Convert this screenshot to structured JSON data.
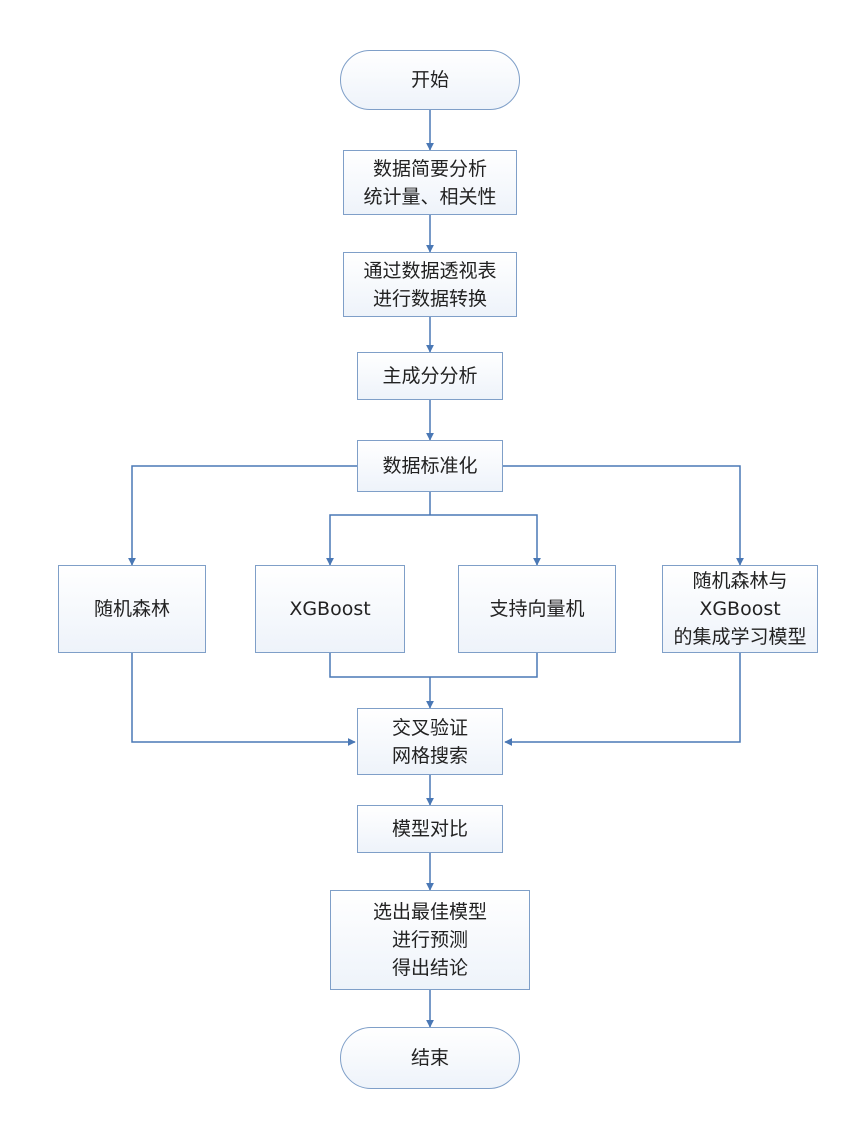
{
  "colors": {
    "border": "#7f9fc8",
    "connector": "#4a78b5",
    "fill_top": "#ffffff",
    "fill_bottom": "#eef3fa",
    "text": "#222222"
  },
  "nodes": {
    "start": {
      "lines": [
        "开始"
      ]
    },
    "data_summary": {
      "lines": [
        "数据简要分析",
        "统计量、相关性"
      ]
    },
    "pivot": {
      "lines": [
        "通过数据透视表",
        "进行数据转换"
      ]
    },
    "pca": {
      "lines": [
        "主成分分析"
      ]
    },
    "normalize": {
      "lines": [
        "数据标准化"
      ]
    },
    "random_forest": {
      "lines": [
        "随机森林"
      ]
    },
    "xgboost": {
      "lines": [
        "XGBoost"
      ]
    },
    "svm": {
      "lines": [
        "支持向量机"
      ]
    },
    "ensemble": {
      "lines": [
        "随机森林与",
        "XGBoost",
        "的集成学习模型"
      ]
    },
    "cv_grid": {
      "lines": [
        "交叉验证",
        "网格搜索"
      ]
    },
    "compare": {
      "lines": [
        "模型对比"
      ]
    },
    "select_best": {
      "lines": [
        "选出最佳模型",
        "进行预测",
        "得出结论"
      ]
    },
    "end": {
      "lines": [
        "结束"
      ]
    }
  }
}
